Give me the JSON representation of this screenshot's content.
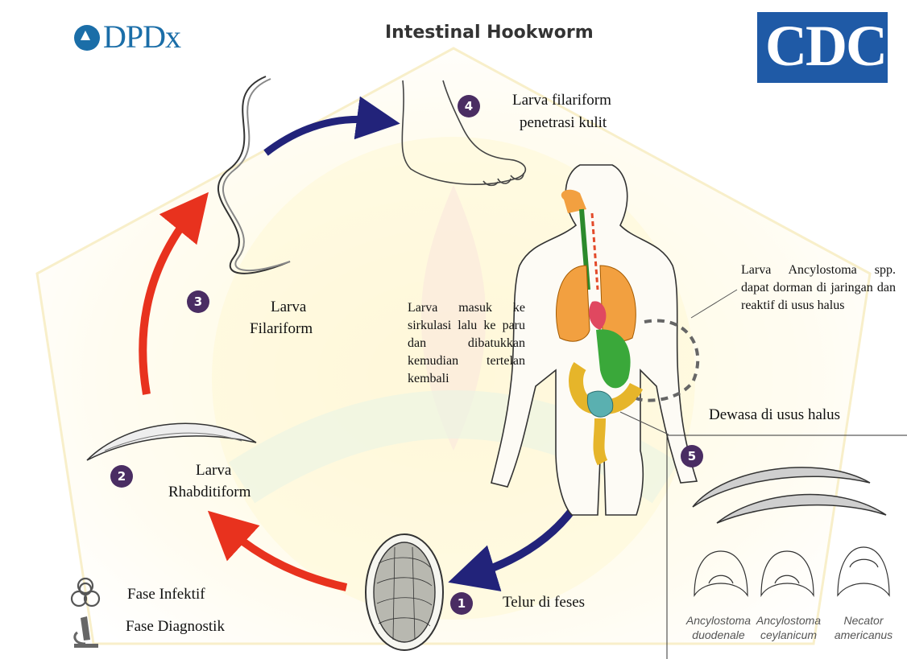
{
  "header": {
    "logo_text": "DPDx",
    "title": "Intestinal Hookworm",
    "cdc_text": "CDC"
  },
  "stages": [
    {
      "number": "1",
      "label": "Telur di feses"
    },
    {
      "number": "2",
      "label_line1": "Larva",
      "label_line2": "Rhabditiform"
    },
    {
      "number": "3",
      "label_line1": "Larva",
      "label_line2": "Filariform"
    },
    {
      "number": "4",
      "label_line1": "Larva filariform",
      "label_line2": "penetrasi kulit"
    },
    {
      "number": "5",
      "label": "Dewasa di usus halus"
    }
  ],
  "notes": {
    "circulation": "Larva masuk ke sirkulasi lalu ke paru dan dibatukkan kemudian tertelan kembali",
    "dormant": "Larva Ancylostoma spp. dapat dorman di jaringan dan reaktif di usus halus"
  },
  "species": [
    {
      "line1": "Ancylostoma",
      "line2": "duodenale"
    },
    {
      "line1": "Ancylostoma",
      "line2": "ceylanicum"
    },
    {
      "line1": "Necator",
      "line2": "americanus"
    }
  ],
  "legend": {
    "infective": "Fase Infektif",
    "diagnostic": "Fase Diagnostik"
  },
  "colors": {
    "infective_arrow": "#e8321e",
    "diagnostic_arrow": "#22237a",
    "stage_badge": "#4a2d63",
    "dpdx_blue": "#1b6ea8",
    "cdc_blue": "#1f5aa6"
  }
}
